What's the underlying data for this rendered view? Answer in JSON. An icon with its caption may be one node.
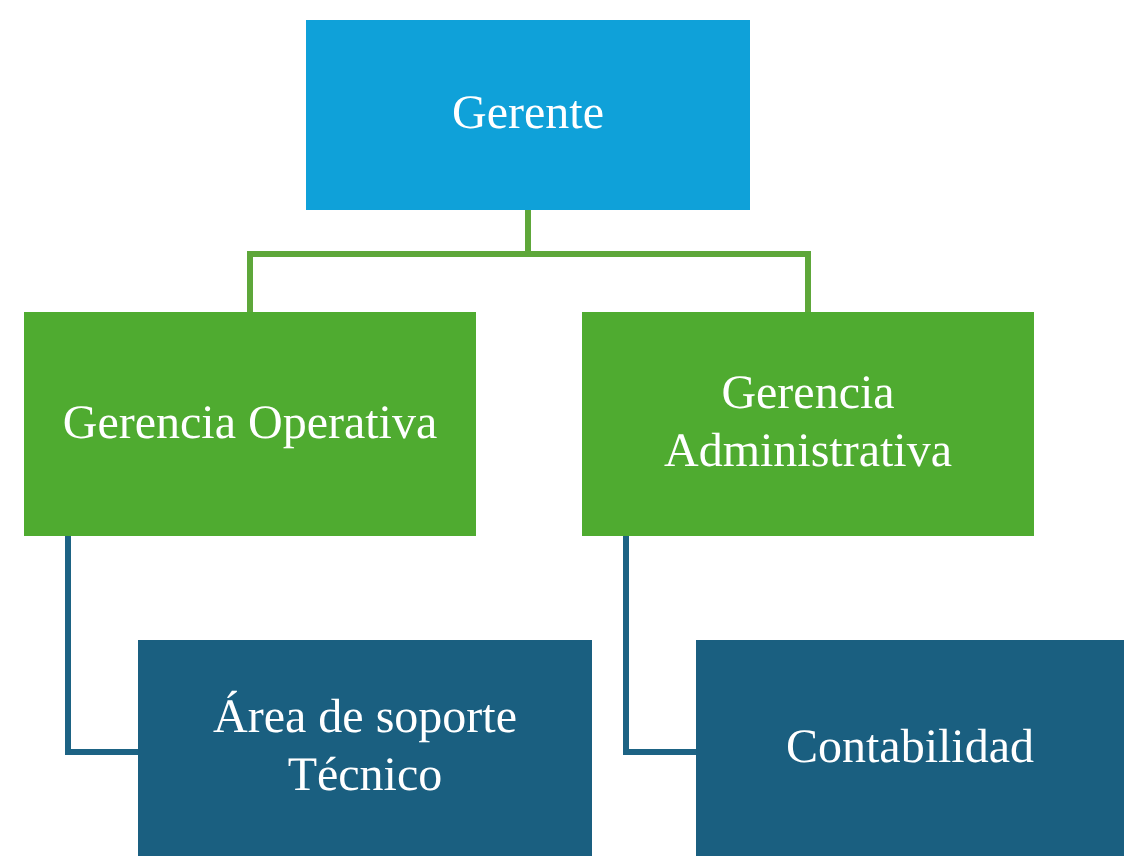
{
  "diagram": {
    "nodes": [
      {
        "text": [
          "Gerente"
        ]
      },
      {
        "text": [
          "Gerencia Operativa"
        ]
      },
      {
        "text": [
          "Gerencia Administrativa"
        ]
      },
      {
        "text": [
          "Área de soporte Técnico"
        ]
      },
      {
        "text": [
          "Contabilidad"
        ]
      }
    ],
    "edges": [
      {
        "from": 0,
        "to": 1,
        "arrow": "none",
        "color": "#5ea73a"
      },
      {
        "from": 0,
        "to": 2,
        "arrow": "none",
        "color": "#5ea73a"
      },
      {
        "from": 1,
        "to": 3,
        "arrow": "none",
        "color": "#1d6384"
      },
      {
        "from": 2,
        "to": 4,
        "arrow": "none",
        "color": "#1d6384"
      }
    ]
  }
}
